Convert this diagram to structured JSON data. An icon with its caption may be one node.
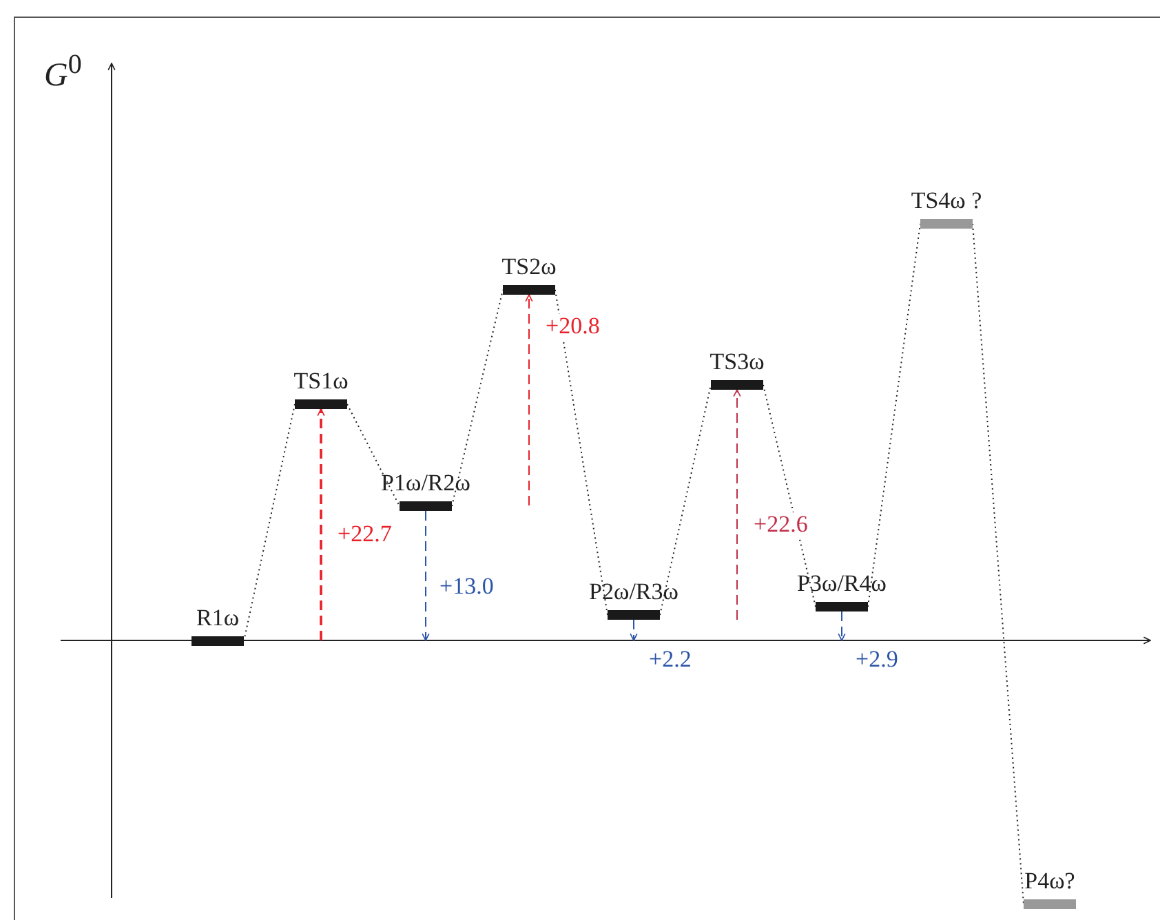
{
  "diagram": {
    "nodes": [
      {
        "text": [
          "R1ω"
        ]
      },
      {
        "text": [
          "TS1ω"
        ]
      },
      {
        "text": [
          "P1ω/R2ω"
        ]
      },
      {
        "text": [
          "TS2ω"
        ]
      },
      {
        "text": [
          "P2ω/R3ω"
        ]
      },
      {
        "text": [
          "TS3ω"
        ]
      },
      {
        "text": [
          "P3ω/R4ω"
        ]
      },
      {
        "text": [
          "TS4ω ?"
        ]
      },
      {
        "text": [
          "P4ω?"
        ]
      }
    ],
    "edges": [
      {
        "from": 0,
        "to": 1,
        "arrow": "none"
      },
      {
        "from": 1,
        "to": 2,
        "arrow": "none"
      },
      {
        "from": 2,
        "to": 3,
        "arrow": "none"
      },
      {
        "from": 3,
        "to": 4,
        "arrow": "none"
      },
      {
        "from": 4,
        "to": 5,
        "arrow": "none"
      },
      {
        "from": 5,
        "to": 6,
        "arrow": "none"
      },
      {
        "from": 6,
        "to": 7,
        "arrow": "none"
      },
      {
        "from": 7,
        "to": 8,
        "arrow": "none"
      },
      {
        "from": null,
        "to": 1,
        "arrow": "to",
        "label": "+22.7",
        "style": "dashed",
        "color": "#e8202a"
      },
      {
        "from": null,
        "to": 3,
        "arrow": "to",
        "label": "+20.8",
        "style": "dashed",
        "color": "#e8202a"
      },
      {
        "from": null,
        "to": 5,
        "arrow": "to",
        "label": "+22.6",
        "style": "dashed",
        "color": "#c0304a"
      },
      {
        "from": 2,
        "to": null,
        "arrow": "to",
        "label": "+13.0",
        "style": "dashed",
        "color": "#2c55a8"
      },
      {
        "from": 4,
        "to": null,
        "arrow": "to",
        "label": "+2.2",
        "style": "dashed",
        "color": "#2c55a8"
      },
      {
        "from": 6,
        "to": null,
        "arrow": "to",
        "label": "+2.9",
        "style": "dashed",
        "color": "#2c55a8"
      }
    ],
    "labels": [
      "*G*$^{0}$"
    ]
  }
}
